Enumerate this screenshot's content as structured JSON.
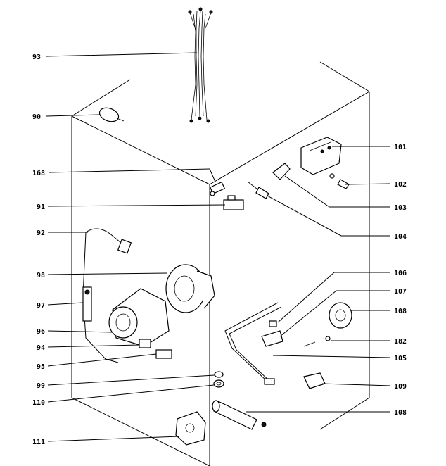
{
  "labels": {
    "93": "93",
    "90": "90",
    "168": "168",
    "91": "91",
    "92": "92",
    "98": "98",
    "97": "97",
    "96": "96",
    "94": "94",
    "95": "95",
    "99": "99",
    "110": "110",
    "111": "111",
    "101": "101",
    "102": "102",
    "103": "103",
    "104": "104",
    "106": "106",
    "107": "107",
    "108": "108",
    "182": "182",
    "105": "105",
    "109": "109",
    "100": "108"
  }
}
